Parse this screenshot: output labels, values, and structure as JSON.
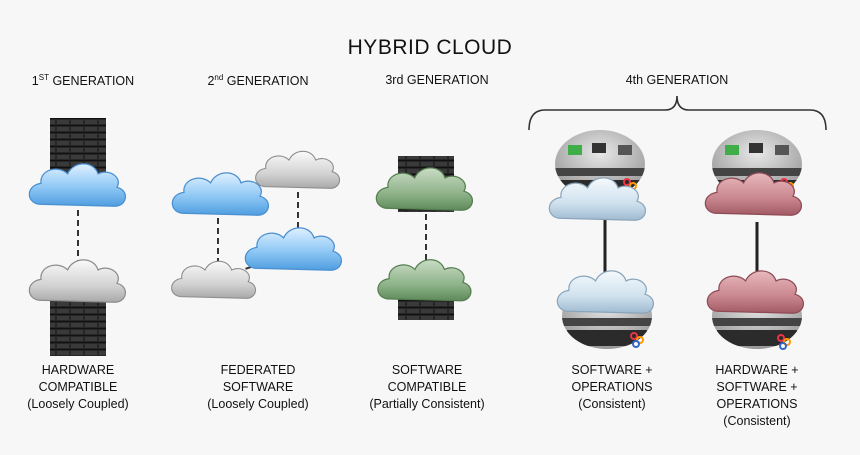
{
  "title": "HYBRID CLOUD",
  "generations": {
    "g1": {
      "prefix": "1",
      "sup": "ST",
      "suffix": " GENERATION"
    },
    "g2": {
      "prefix": "2",
      "sup": "nd",
      "suffix": " GENERATION"
    },
    "g3": {
      "label": "3rd GENERATION"
    },
    "g4": {
      "label": "4th GENERATION"
    }
  },
  "captions": {
    "c1": [
      "HARDWARE",
      "COMPATIBLE",
      "(Loosely Coupled)"
    ],
    "c2": [
      "FEDERATED",
      "SOFTWARE",
      "(Loosely Coupled)"
    ],
    "c3": [
      "SOFTWARE",
      "COMPATIBLE",
      "(Partially Consistent)"
    ],
    "c4": [
      "SOFTWARE +",
      "OPERATIONS",
      "(Consistent)"
    ],
    "c5": [
      "HARDWARE +",
      "SOFTWARE +",
      "OPERATIONS",
      "(Consistent)"
    ]
  },
  "colors": {
    "blue_cloud": "#8fc8f5",
    "gray_cloud": "#d5d5d5",
    "green_cloud": "#8fb38a",
    "lightblue_cloud": "#cfe1ee",
    "red_cloud": "#c9868e",
    "server": "#2a2a2a"
  }
}
